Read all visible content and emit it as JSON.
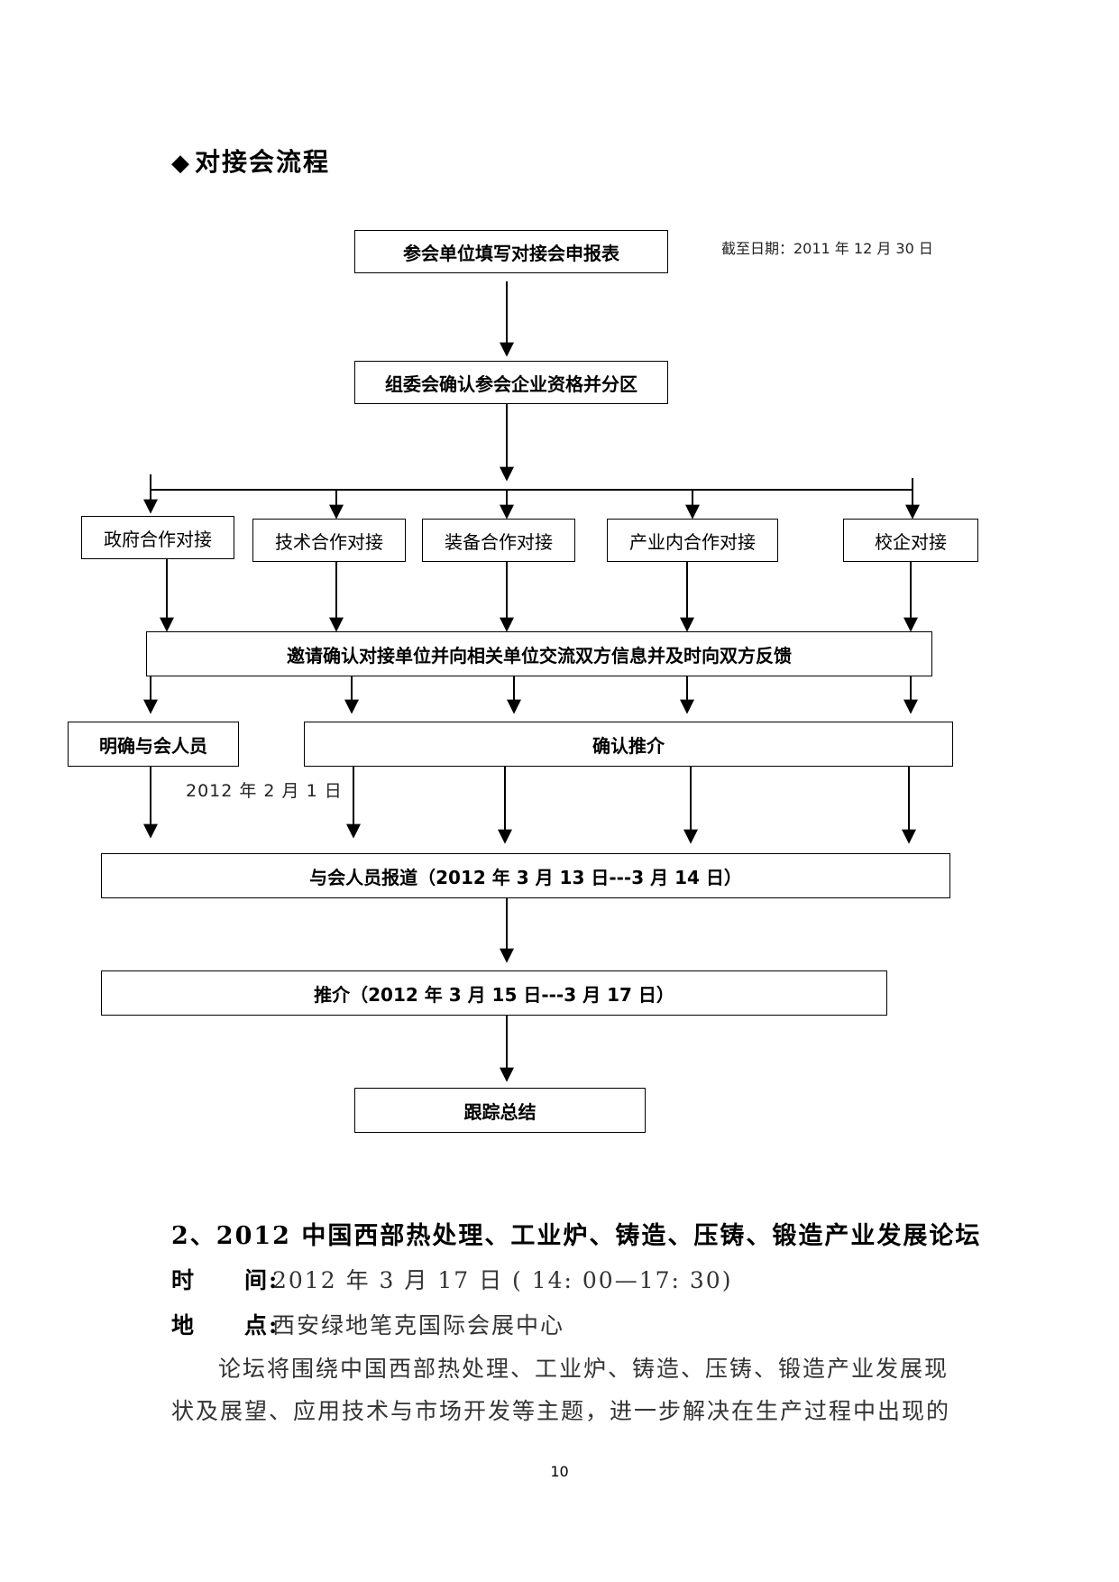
{
  "heading": {
    "marker": "◆",
    "title": "对接会流程"
  },
  "flow": {
    "step1": "参会单位填写对接会申报表",
    "deadline_note": "截至日期：2011 年 12 月 30 日",
    "step2": "组委会确认参会企业资格并分区",
    "branches": [
      "政府合作对接",
      "技术合作对接",
      "装备合作对接",
      "产业内合作对接",
      "校企对接"
    ],
    "step3": "邀请确认对接单位并向相关单位交流双方信息并及时向双方反馈",
    "step4_left": "明确与会人员",
    "step4_left_date": "2012 年 2 月 1 日",
    "step4_right": "确认推介",
    "step5": "与会人员报道（2012 年 3 月 13 日---3 月 14 日）",
    "step6": "推介（2012 年 3 月 15 日---3 月 17 日）",
    "step7": "跟踪总结"
  },
  "section": {
    "title": "2、2012 中国西部热处理、工业炉、铸造、压铸、锻造产业发展论坛",
    "time_label": "时　　间:",
    "time_value": "2012 年 3 月 17 日 ( 14: 00—17: 30)",
    "place_label": "地　　点:",
    "place_value": "西安绿地笔克国际会展中心",
    "paragraph": "论坛将围绕中国西部热处理、工业炉、铸造、压铸、锻造产业发展现状及展望、应用技术与市场开发等主题，进一步解决在生产过程中出现的"
  },
  "page_number": "10"
}
